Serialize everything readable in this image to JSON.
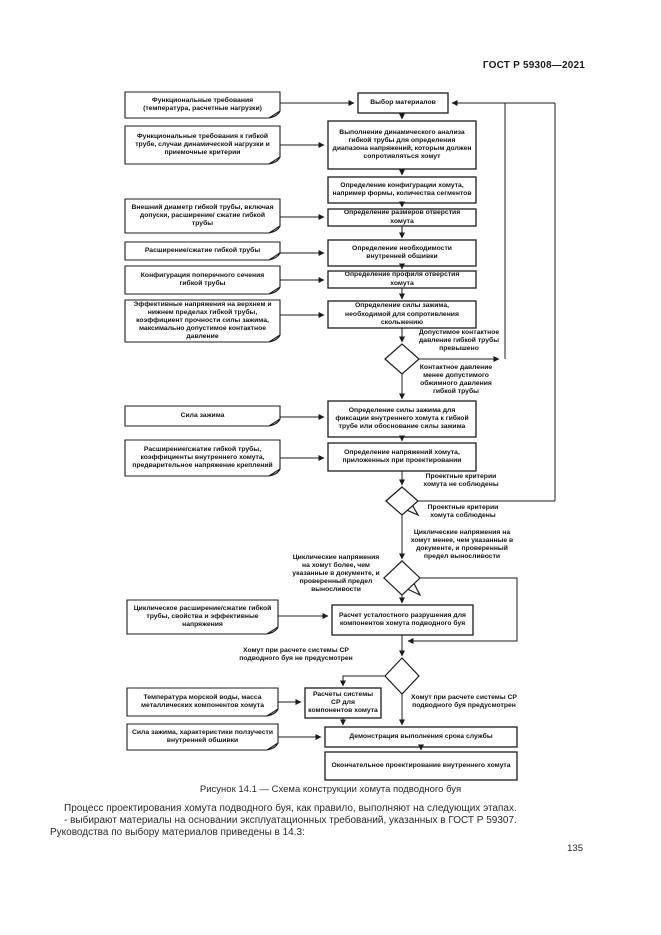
{
  "header": {
    "title": "ГОСТ Р 59308—2021"
  },
  "figure": {
    "caption": "Рисунок 14.1 — Схема конструкции хомута подводного буя"
  },
  "flowchart": {
    "inputs": {
      "functional_requirements": "Функциональные требования (температура, расчетные нагрузки)",
      "pipe_requirements": "Функциональные требования к гибкой трубе, случаи динамической нагрузки и приемочные критерии",
      "outer_diameter": "Внешний диаметр гибкой трубы, включая допуски, расширение/ сжатие гибкой трубы",
      "expansion": "Расширение/сжатие гибкой трубы",
      "cross_section": "Конфигурация поперечного сечения гибкой трубы",
      "effective_stresses": "Эффективные напряжения на верхнем и нижнем пределах гибкой трубы, коэффициент прочности силы зажима, максимально допустимое контактное давление",
      "clamp_force": "Сила зажима",
      "expansion_coefficients": "Расширение/сжатие гибкой трубы, коэффициенты внутреннего хомута, предварительное напряжение креплений",
      "cyclic_expansion": "Циклическое расширение/сжатие гибкой трубы, свойства и эффективные напряжения",
      "seawater_temperature": "Температура морской воды, масса металлических компонентов хомута",
      "clamp_force_creep": "Сила зажима, характеристики ползучести внутренней обшивки"
    },
    "steps": {
      "material_selection": "Выбор материалов",
      "dynamic_analysis": "Выполнение динамического анализа гибкой трубы для определения диапазона напряжений, которым должен сопротивляться хомут",
      "configuration": "Определение конфигурации хомута, например формы, количества сегментов",
      "bore_dimensions": "Определение размеров отверстия хомута",
      "liner_need": "Определение необходимости внутренней обшивки",
      "bore_profile": "Определение профиля отверстия хомута",
      "clamp_force_slippage": "Определение силы зажима, необходимой для сопротивления скольжению",
      "clamp_force_fixation": "Определение силы зажима для фиксации внутреннего хомута к гибкой трубе или обоснование силы зажима",
      "clamp_stresses": "Определение напряжений хомута, приложенных при проектировании",
      "fatigue_calc": "Расчет усталостного разрушения для компонентов хомута подводного буя",
      "cp_calc": "Расчеты системы СР для компонентов хомута",
      "service_life": "Демонстрация выполнения срока службы",
      "final_design": "Окончательное проектирование внутреннего хомута"
    },
    "branches": {
      "d1_exceeded": "Допустимое контактное давление гибкой трубы превышено",
      "d1_ok": "Контактное давление менее допустимого обжимного давления гибкой трубы",
      "d2_not_met": "Проектные критерии хомута не соблюдены",
      "d2_met": "Проектные критерии хомута соблюдены",
      "d3_more": "Циклические напряжения на хомут более, чем указанные в документе, и проверенный предел выносливости",
      "d3_less": "Циклические напряжения на хомут менее, чем указанные в документе, и проверенный предел выносливости",
      "d4_not_included": "Хомут при расчете системы СР подводного буя не предусмотрен",
      "d4_included": "Хомут при расчете системы СР подводного буя предусмотрен"
    }
  },
  "body": {
    "p1": "Процесс проектирования хомута подводного буя, как правило, выполняют на следующих этапах.",
    "p2": "- выбирают материалы на основании эксплуатационных требований, указанных в ГОСТ Р 59307.",
    "p3": "Руководства по выбору материалов приведены в 14.3:"
  },
  "page_number": "135"
}
